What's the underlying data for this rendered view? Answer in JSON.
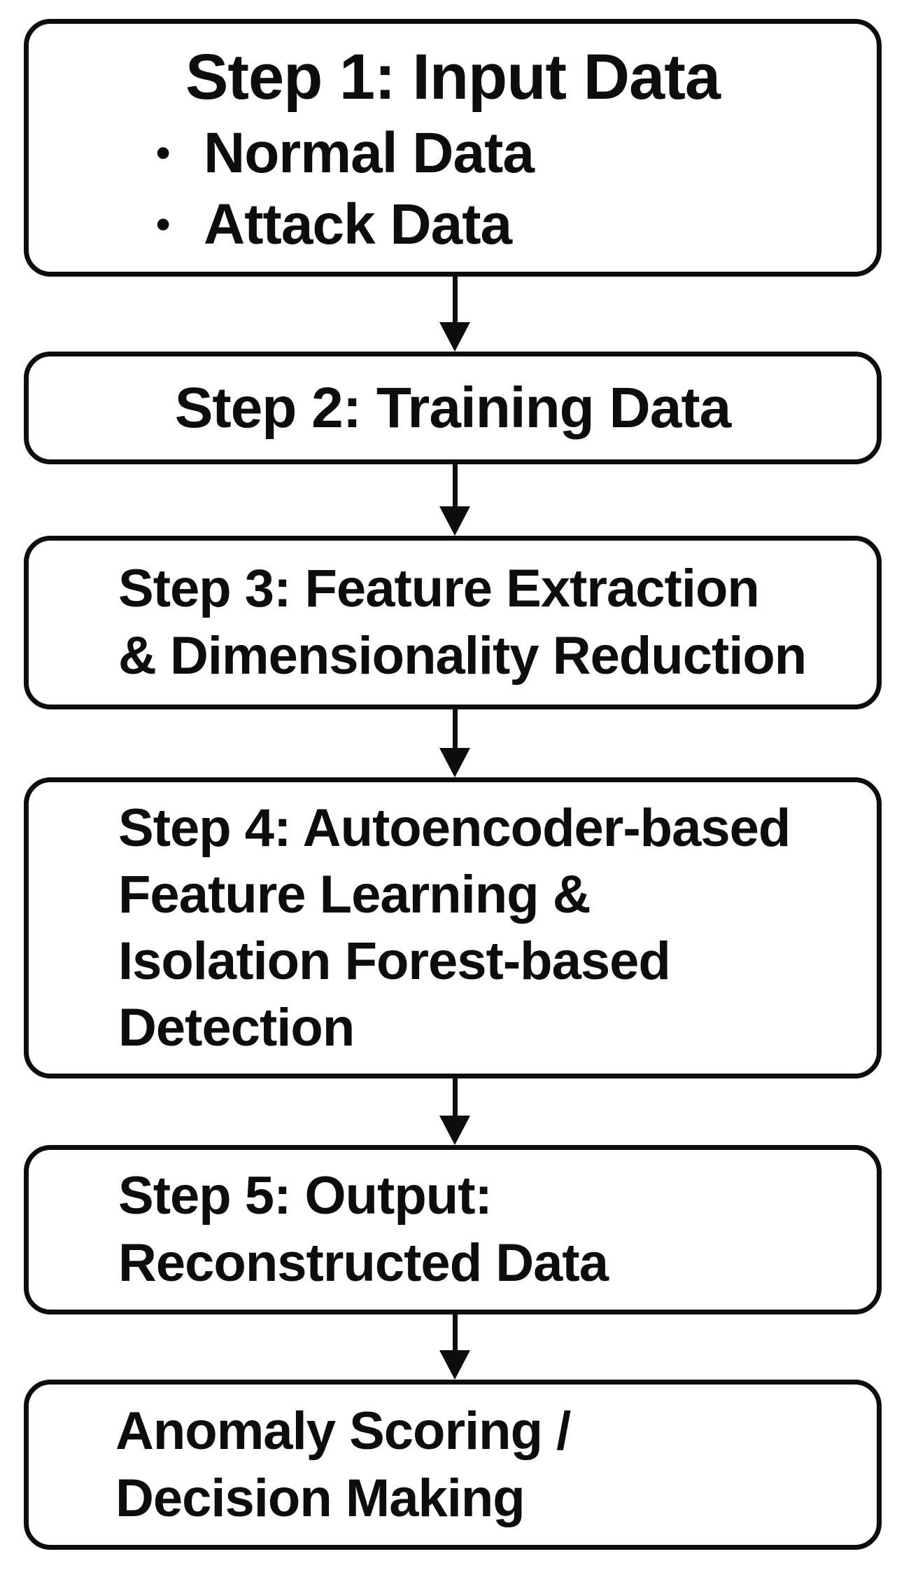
{
  "flow": {
    "bullet_glyph": "•",
    "colors": {
      "border": "#0d0d0d",
      "text": "#0d0d0d",
      "background": "#ffffff"
    },
    "boxes": [
      {
        "id": "step1",
        "title": "Step 1: Input Data",
        "bullets": [
          "Normal Data",
          "Attack Data"
        ]
      },
      {
        "id": "step2",
        "lines": [
          "Step 2: Training Data"
        ]
      },
      {
        "id": "step3",
        "lines": [
          "Step 3: Feature Extraction",
          "& Dimensionality Reduction"
        ]
      },
      {
        "id": "step4",
        "lines": [
          "Step 4: Autoencoder-based",
          "Feature Learning &",
          "Isolation Forest-based",
          "Detection"
        ]
      },
      {
        "id": "step5",
        "lines": [
          "Step 5: Output:",
          "Reconstructed Data"
        ]
      },
      {
        "id": "final",
        "lines": [
          "Anomaly Scoring /",
          "Decision Making"
        ]
      }
    ]
  }
}
